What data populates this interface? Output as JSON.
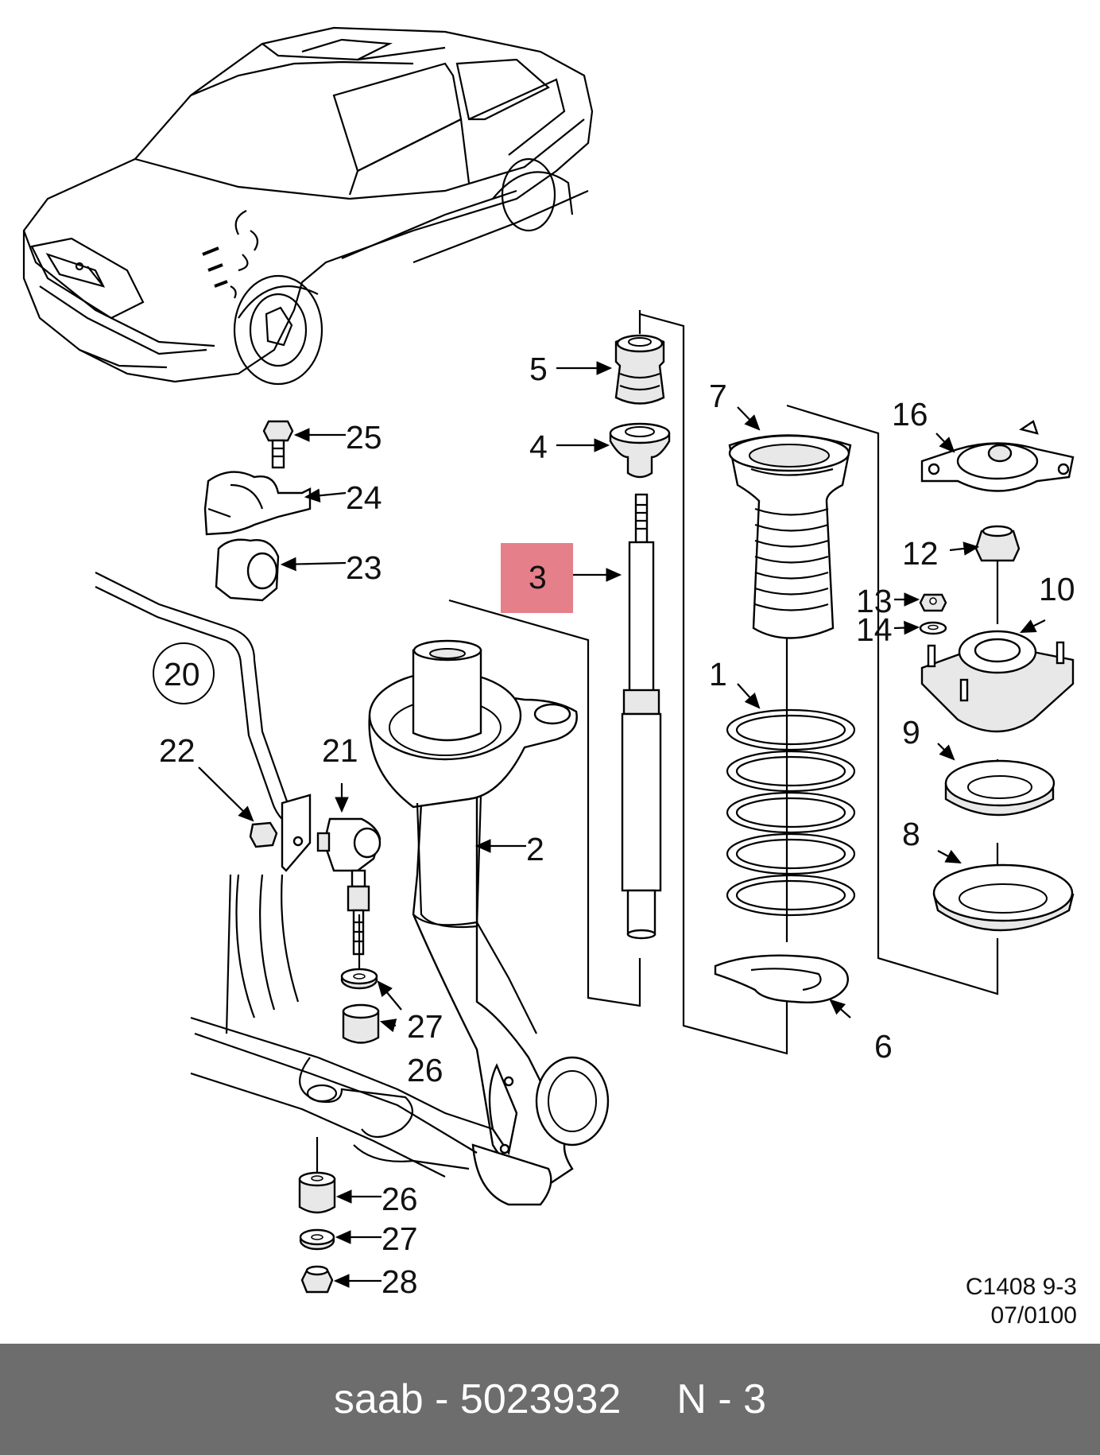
{
  "callouts": {
    "c1": "1",
    "c2": "2",
    "c3": "3",
    "c4": "4",
    "c5": "5",
    "c6": "6",
    "c7": "7",
    "c8": "8",
    "c9": "9",
    "c10": "10",
    "c12": "12",
    "c13": "13",
    "c14": "14",
    "c16": "16",
    "c20": "20",
    "c21": "21",
    "c22": "22",
    "c23": "23",
    "c24": "24",
    "c25": "25",
    "c26a": "26",
    "c26b": "26",
    "c27a": "27",
    "c27b": "27",
    "c28": "28"
  },
  "reference": {
    "line1": "C1408 9-3",
    "line2": "07/0100"
  },
  "highlight_color": "#e57f8a",
  "footer": {
    "brand": "saab",
    "part_number": "5023932",
    "position": "N - 3",
    "dash": "-"
  }
}
